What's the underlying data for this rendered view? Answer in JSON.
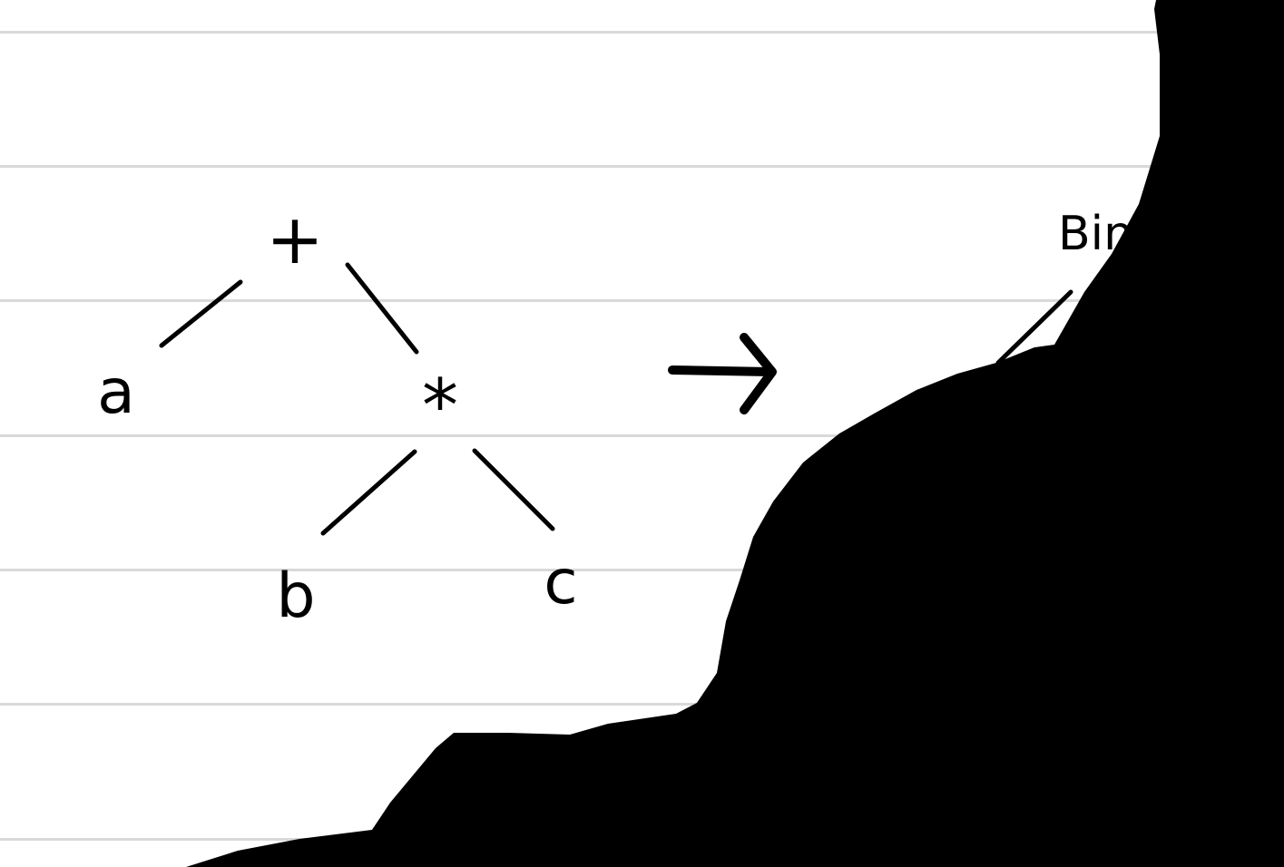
{
  "tree": {
    "root": "+",
    "left_leaf": "a",
    "right_node": "*",
    "right_left_leaf": "b",
    "right_right_leaf": "c"
  },
  "arrow_icon": "right-arrow-icon",
  "partial_label": "Bin",
  "colors": {
    "ink": "#000000",
    "paper": "#ffffff",
    "rule": "#d9d9d9"
  }
}
